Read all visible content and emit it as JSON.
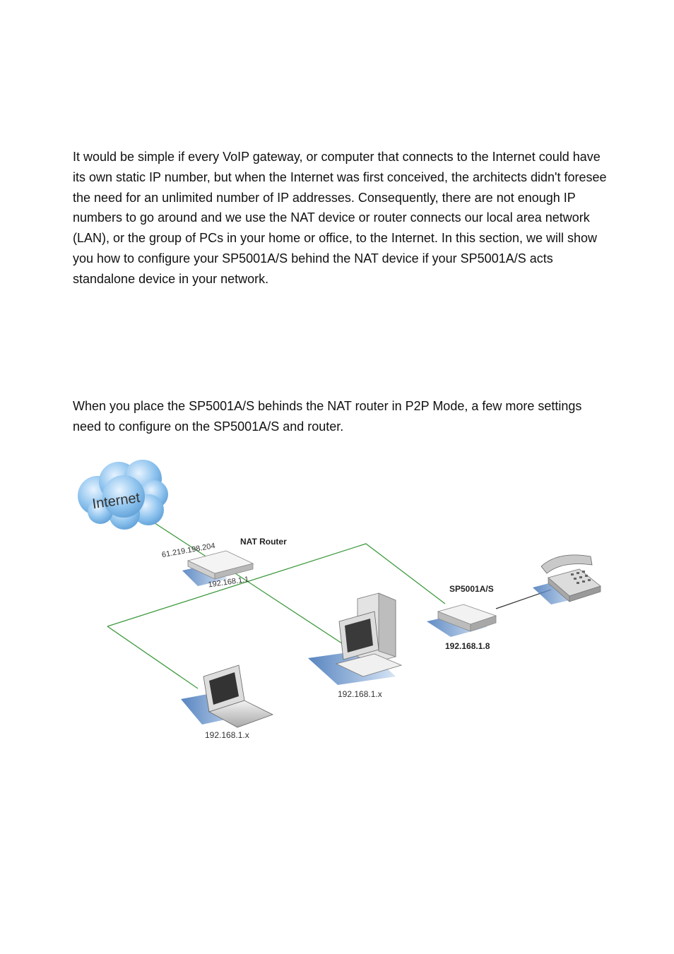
{
  "paragraphs": {
    "intro": "It would be simple if every VoIP gateway, or computer that connects to the Internet could have its own static IP number, but when the Internet was first conceived, the architects didn't foresee the need for an unlimited number of IP addresses. Consequently, there are not enough IP numbers to go around and we use the NAT device or router connects our local area network (LAN), or the group of PCs in your home or office, to the Internet. In this section, we will show you how to configure your SP5001A/S behind the NAT device if your SP5001A/S acts standalone device in your network.",
    "p2p": "When you place the SP5001A/S behinds the NAT router in P2P Mode, a few more settings need to configure on the SP5001A/S and router."
  },
  "diagram": {
    "cloud_label": "Internet",
    "wan_ip": "61.219.198.204",
    "router_name": "NAT Router",
    "router_lan_ip": "192.168.1.1",
    "gateway_name": "SP5001A/S",
    "gateway_ip": "192.168.1.8",
    "desktop_ip": "192.168.1.x",
    "laptop_ip": "192.168.1.x",
    "colors": {
      "lan_line": "#3f9a3f",
      "cloud": "#8ec3ee",
      "phone_line": "#333333"
    },
    "icons": [
      "internet-cloud-icon",
      "router-icon",
      "desktop-computer-icon",
      "laptop-icon",
      "voip-gateway-icon",
      "telephone-icon"
    ]
  }
}
